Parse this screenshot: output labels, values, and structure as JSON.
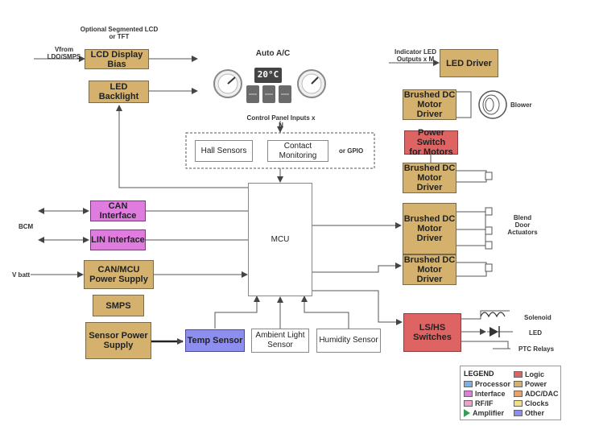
{
  "labels": {
    "optional_lcd": "Optional Segmented LCD\nor TFT",
    "vfrom": "Vfrom\nLDO/SMPS",
    "auto_ac": "Auto A/C",
    "display_temp": "20°C",
    "control_panel": "Control Panel Inputs x N",
    "indicator_led": "Indicator LED\nOutputs x M",
    "blower": "Blower",
    "blend": "Blend\nDoor\nActuators",
    "bcm": "BCM",
    "vbatt": "V batt",
    "or_gpio": "or GPIO",
    "solenoid": "Solenoid",
    "led": "LED",
    "ptc": "PTC Relays"
  },
  "blocks": {
    "lcd_bias": "LCD Display Bias",
    "led_backlight": "LED Backlight",
    "led_driver": "LED Driver",
    "motor1": "Brushed DC\nMotor Driver",
    "power_switch": "Power Switch\nfor Motors",
    "motor2": "Brushed DC\nMotor Driver",
    "motor3": "Brushed DC\nMotor Driver",
    "motor4": "Brushed DC\nMotor Driver",
    "hall": "Hall Sensors",
    "contact": "Contact\nMonitoring",
    "mcu": "MCU",
    "can_if": "CAN Interface",
    "lin_if": "LIN Interface",
    "can_mcu_ps": "CAN/MCU\nPower Supply",
    "smps": "SMPS",
    "sensor_ps": "Sensor Power\nSupply",
    "temp": "Temp Sensor",
    "ambient": "Ambient Light\nSensor",
    "humidity": "Humidity Sensor",
    "lshs": "LS/HS\nSwitches"
  },
  "legend": {
    "title": "LEGEND",
    "items": [
      {
        "label": "Processor",
        "color": "#7fb0e0"
      },
      {
        "label": "Interface",
        "color": "#e07ce0"
      },
      {
        "label": "RF/IF",
        "color": "#f0a0d0"
      },
      {
        "label": "Amplifier",
        "color": "#3a9a5a"
      },
      {
        "label": "Logic",
        "color": "#de6464"
      },
      {
        "label": "Power",
        "color": "#d4b26d"
      },
      {
        "label": "ADC/DAC",
        "color": "#f0a060"
      },
      {
        "label": "Clocks",
        "color": "#f0e080"
      },
      {
        "label": "Other",
        "color": "#8e8ef0"
      }
    ]
  }
}
